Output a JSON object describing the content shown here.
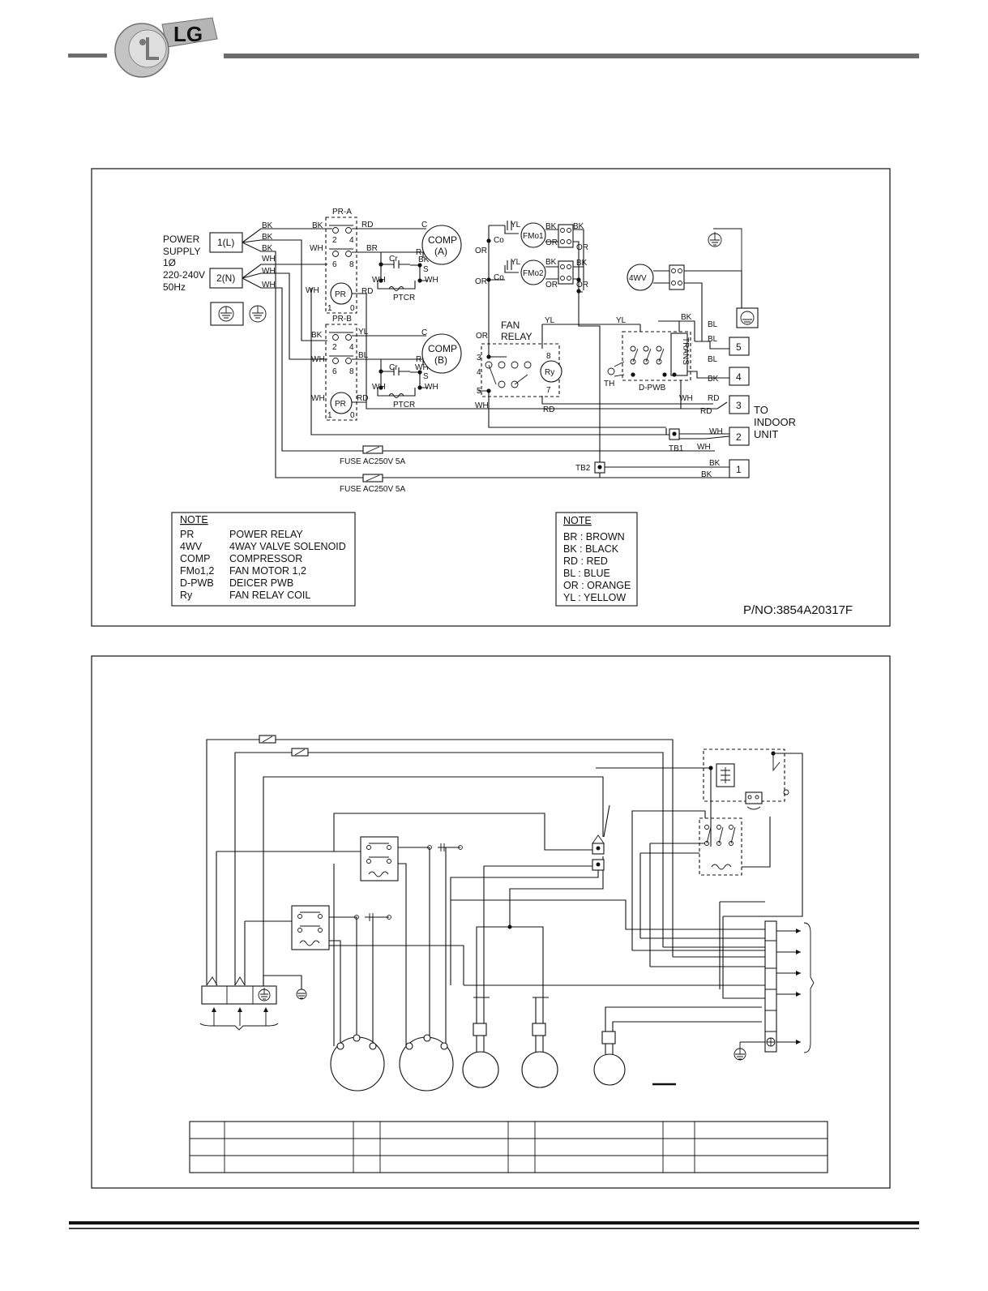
{
  "brand": {
    "logo_text": "LG"
  },
  "diagram1": {
    "power_supply": [
      "POWER",
      "SUPPLY",
      "1Ø",
      "220-240V",
      "50Hz"
    ],
    "terminals": {
      "l": "1(L)",
      "n": "2(N)"
    },
    "power_relays": {
      "a_label": "PR-A",
      "b_label": "PR-B",
      "coil": "PR",
      "pins": [
        "2",
        "4",
        "6",
        "8",
        "1",
        "0"
      ]
    },
    "compressors": {
      "a_line1": "COMP",
      "a_line2": "(A)",
      "b_line1": "COMP",
      "b_line2": "(B)",
      "pins": [
        "C",
        "R",
        "S"
      ]
    },
    "components": {
      "run_cap": "Cr",
      "ptcr": "PTCR",
      "fan_cap": "Co",
      "fan_motor_1": "FMo1",
      "fan_motor_2": "FMo2",
      "valve": "4WV",
      "relay_coil": "Ry",
      "trans": "TRANS",
      "thermistor": "TH",
      "deicer": "D-PWB"
    },
    "fan_relay": [
      "FAN",
      "RELAY"
    ],
    "relay_pins": [
      "3",
      "4",
      "5",
      "8",
      "7"
    ],
    "wire_codes": [
      "BK",
      "WH",
      "RD",
      "BR",
      "YL",
      "OR",
      "BL"
    ],
    "terminal_blocks": [
      "TB1",
      "TB2"
    ],
    "indoor_terminals": [
      "5",
      "4",
      "3",
      "2",
      "1"
    ],
    "to_indoor": [
      "TO",
      "INDOOR",
      "UNIT"
    ],
    "fuses": [
      "FUSE AC250V 5A",
      "FUSE AC250V 5A"
    ],
    "legend_left": {
      "heading": "NOTE",
      "rows": [
        {
          "abbr": "PR",
          "meaning": "POWER RELAY"
        },
        {
          "abbr": "4WV",
          "meaning": "4WAY VALVE SOLENOID"
        },
        {
          "abbr": "COMP",
          "meaning": "COMPRESSOR"
        },
        {
          "abbr": "FMo1,2",
          "meaning": "FAN MOTOR 1,2"
        },
        {
          "abbr": "D-PWB",
          "meaning": "DEICER PWB"
        },
        {
          "abbr": "Ry",
          "meaning": "FAN RELAY COIL"
        }
      ]
    },
    "legend_right": {
      "heading": "NOTE",
      "rows": [
        "BR : BROWN",
        "BK : BLACK",
        "RD : RED",
        "BL  : BLUE",
        "OR : ORANGE",
        "YL : YELLOW"
      ]
    },
    "part_number": "P/NO:3854A20317F"
  }
}
